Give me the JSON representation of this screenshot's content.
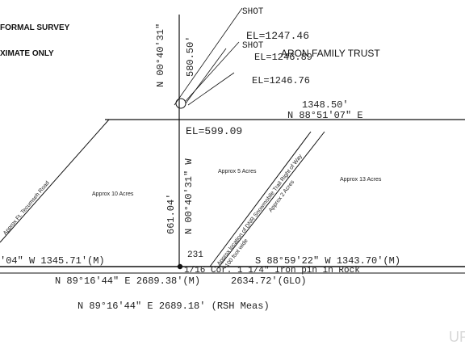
{
  "header": {
    "line1": "FORMAL SURVEY",
    "line2": "XIMATE ONLY"
  },
  "owner_label": "ARON FAMILY TRUST",
  "elevations": {
    "el_top": "EL=1247.46",
    "el_2": "EL=1246.89",
    "el_3": "EL=1246.76",
    "el_bottom": "EL=599.09",
    "shot_1": "SHOT",
    "shot_2": "SHOT"
  },
  "bearings": {
    "north_line": "N 00°40'31\" 580.50'",
    "north_top_seg": "N 00°40'31\"",
    "north_top_len": "580.50'",
    "center_line": "N 00°40'31\" W",
    "center_len": "661.04'",
    "center_line_combined": "N 00°40'31\" W 661.04'",
    "east_west_line": "N 88°51'07\" E",
    "line_dist": "1348.50'",
    "south_left": "'04\" W 1345.71'(M)",
    "south_right": "S 88°59'22\" W 1343.70'(M)",
    "bottom_1": "N 89°16'44\" E 2689.38'(M)",
    "bottom_glo": "2634.72'(GLO)",
    "bottom_2": "N 89°16'44\" E 2689.18' (RSH Meas)",
    "corner_note": "1/16 Cor. 1 1/4\" Iron pin in Rock",
    "corner_num": "231"
  },
  "areas": {
    "a10": "Approx 10 Acres",
    "a5": "Approx 5 Acres",
    "a13": "Approx 13 Acres",
    "road": "Approx Ft. Tecumseh Road",
    "row": "Approx location of DNR Snowmobile Trail Right of Way",
    "row_ft": "100 foot wide",
    "row_acres": "Approx 2 Acres"
  },
  "watermark": "UP",
  "colors": {
    "ink": "#111111",
    "paper": "#ffffff",
    "watermark": "#d8d8d8"
  }
}
